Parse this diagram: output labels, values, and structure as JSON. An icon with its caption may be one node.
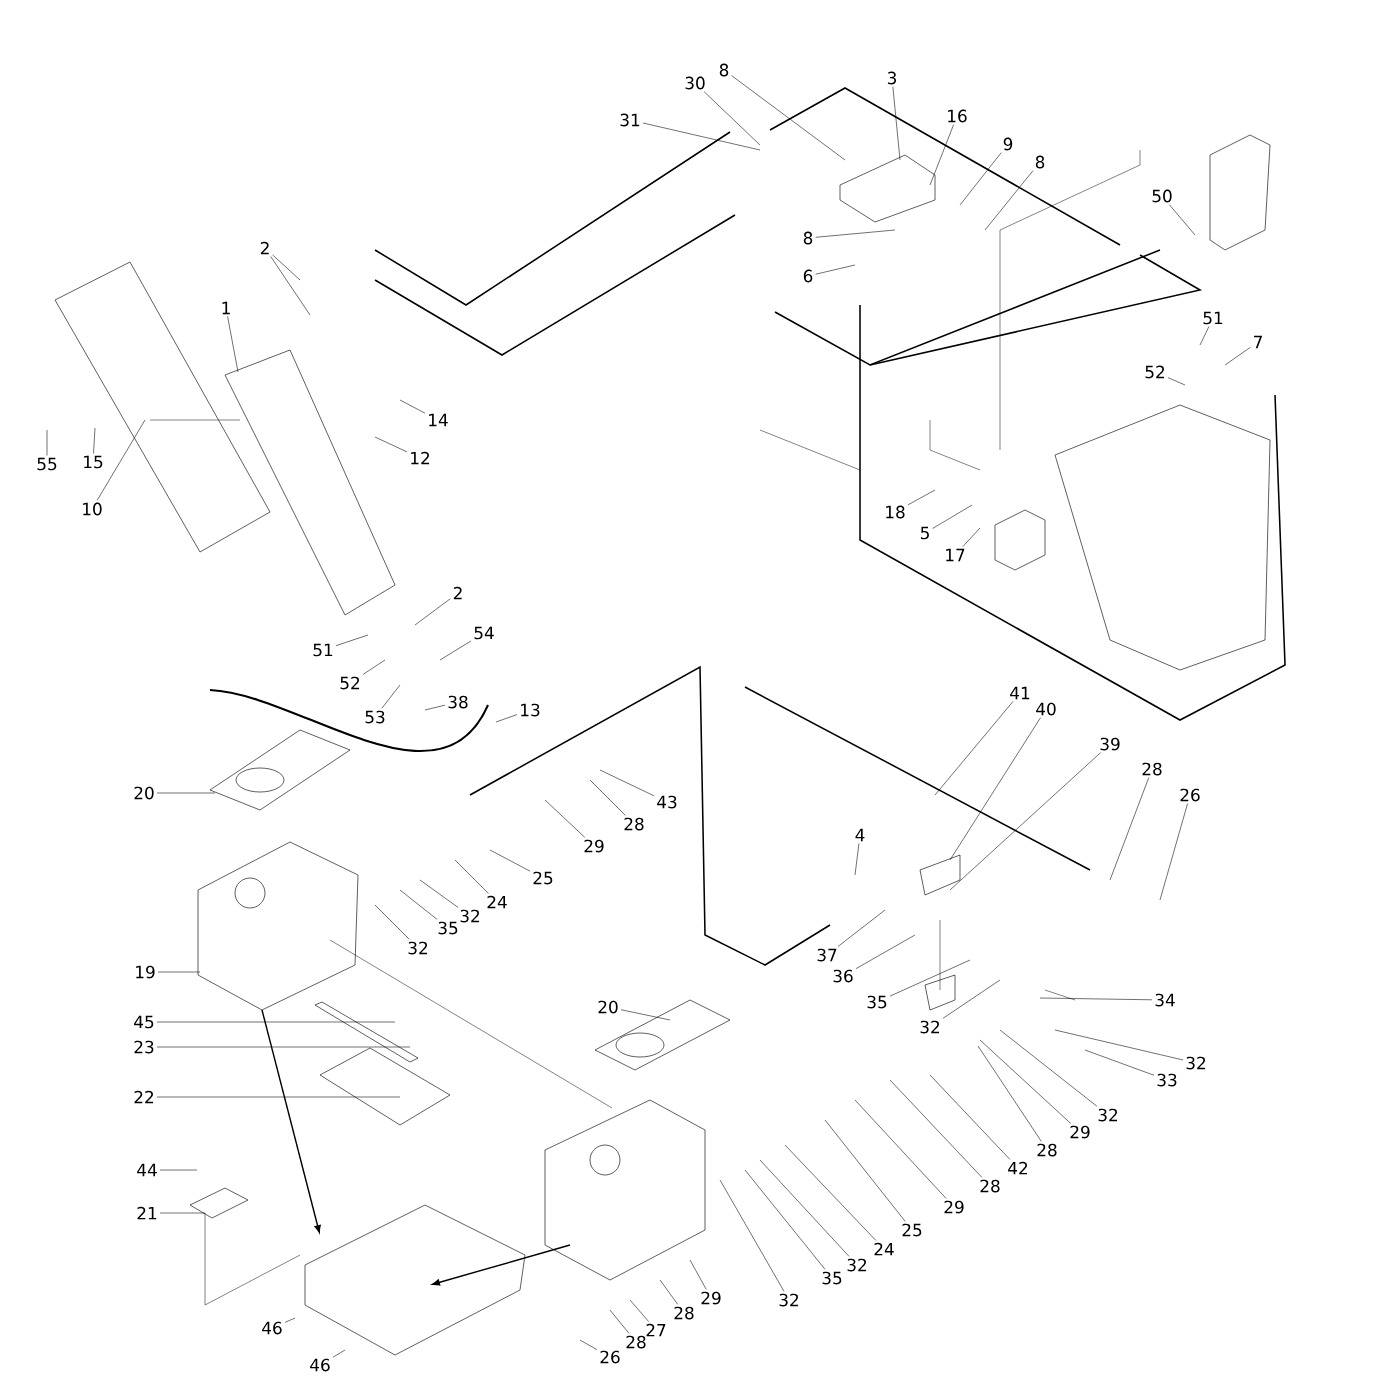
{
  "diagram": {
    "nodes": [
      {
        "text": [
          "30"
        ]
      },
      {
        "text": [
          "8"
        ]
      },
      {
        "text": [
          "3"
        ]
      },
      {
        "text": [
          "31"
        ]
      },
      {
        "text": [
          "16"
        ]
      },
      {
        "text": [
          "9"
        ]
      },
      {
        "text": [
          "8"
        ]
      },
      {
        "text": [
          "8"
        ]
      },
      {
        "text": [
          "6"
        ]
      },
      {
        "text": [
          "50"
        ]
      },
      {
        "text": [
          "2"
        ]
      },
      {
        "text": [
          "1"
        ]
      },
      {
        "text": [
          "51"
        ]
      },
      {
        "text": [
          "7"
        ]
      },
      {
        "text": [
          "52"
        ]
      },
      {
        "text": [
          "14"
        ]
      },
      {
        "text": [
          "55"
        ]
      },
      {
        "text": [
          "15"
        ]
      },
      {
        "text": [
          "12"
        ]
      },
      {
        "text": [
          "10"
        ]
      },
      {
        "text": [
          "18"
        ]
      },
      {
        "text": [
          "5"
        ]
      },
      {
        "text": [
          "17"
        ]
      },
      {
        "text": [
          "2"
        ]
      },
      {
        "text": [
          "54"
        ]
      },
      {
        "text": [
          "51"
        ]
      },
      {
        "text": [
          "52"
        ]
      },
      {
        "text": [
          "53"
        ]
      },
      {
        "text": [
          "38"
        ]
      },
      {
        "text": [
          "13"
        ]
      },
      {
        "text": [
          "41"
        ]
      },
      {
        "text": [
          "40"
        ]
      },
      {
        "text": [
          "39"
        ]
      },
      {
        "text": [
          "28"
        ]
      },
      {
        "text": [
          "26"
        ]
      },
      {
        "text": [
          "43"
        ]
      },
      {
        "text": [
          "28"
        ]
      },
      {
        "text": [
          "20"
        ]
      },
      {
        "text": [
          "29"
        ]
      },
      {
        "text": [
          "25"
        ]
      },
      {
        "text": [
          "24"
        ]
      },
      {
        "text": [
          "4"
        ]
      },
      {
        "text": [
          "32"
        ]
      },
      {
        "text": [
          "35"
        ]
      },
      {
        "text": [
          "32"
        ]
      },
      {
        "text": [
          "37"
        ]
      },
      {
        "text": [
          "36"
        ]
      },
      {
        "text": [
          "35"
        ]
      },
      {
        "text": [
          "19"
        ]
      },
      {
        "text": [
          "34"
        ]
      },
      {
        "text": [
          "32"
        ]
      },
      {
        "text": [
          "20"
        ]
      },
      {
        "text": [
          "45"
        ]
      },
      {
        "text": [
          "23"
        ]
      },
      {
        "text": [
          "32"
        ]
      },
      {
        "text": [
          "33"
        ]
      },
      {
        "text": [
          "22"
        ]
      },
      {
        "text": [
          "32"
        ]
      },
      {
        "text": [
          "29"
        ]
      },
      {
        "text": [
          "28"
        ]
      },
      {
        "text": [
          "42"
        ]
      },
      {
        "text": [
          "28"
        ]
      },
      {
        "text": [
          "29"
        ]
      },
      {
        "text": [
          "44"
        ]
      },
      {
        "text": [
          "25"
        ]
      },
      {
        "text": [
          "21"
        ]
      },
      {
        "text": [
          "24"
        ]
      },
      {
        "text": [
          "32"
        ]
      },
      {
        "text": [
          "35"
        ]
      },
      {
        "text": [
          "32"
        ]
      },
      {
        "text": [
          "29"
        ]
      },
      {
        "text": [
          "28"
        ]
      },
      {
        "text": [
          "27"
        ]
      },
      {
        "text": [
          "28"
        ]
      },
      {
        "text": [
          "26"
        ]
      },
      {
        "text": [
          "46"
        ]
      },
      {
        "text": [
          "46"
        ]
      }
    ],
    "edges": [
      {
        "from": 0,
        "to": null,
        "arrow": "none"
      },
      {
        "from": 1,
        "to": null,
        "arrow": "none"
      },
      {
        "from": 2,
        "to": null,
        "arrow": "none"
      },
      {
        "from": 3,
        "to": null,
        "arrow": "none"
      },
      {
        "from": 4,
        "to": null,
        "arrow": "none"
      },
      {
        "from": 5,
        "to": null,
        "arrow": "none"
      },
      {
        "from": 6,
        "to": null,
        "arrow": "none"
      },
      {
        "from": 7,
        "to": null,
        "arrow": "none"
      },
      {
        "from": 8,
        "to": null,
        "arrow": "none"
      },
      {
        "from": 9,
        "to": null,
        "arrow": "none"
      },
      {
        "from": 10,
        "to": null,
        "arrow": "none"
      },
      {
        "from": 11,
        "to": null,
        "arrow": "none"
      },
      {
        "from": 12,
        "to": null,
        "arrow": "none"
      },
      {
        "from": 13,
        "to": null,
        "arrow": "none"
      },
      {
        "from": 14,
        "to": null,
        "arrow": "none"
      },
      {
        "from": 15,
        "to": null,
        "arrow": "none"
      },
      {
        "from": 16,
        "to": null,
        "arrow": "none"
      },
      {
        "from": 17,
        "to": null,
        "arrow": "none"
      },
      {
        "from": 18,
        "to": null,
        "arrow": "none"
      },
      {
        "from": 19,
        "to": null,
        "arrow": "none"
      },
      {
        "from": 20,
        "to": null,
        "arrow": "none"
      },
      {
        "from": 21,
        "to": null,
        "arrow": "none"
      },
      {
        "from": 22,
        "to": null,
        "arrow": "none"
      },
      {
        "from": 23,
        "to": null,
        "arrow": "none"
      },
      {
        "from": 24,
        "to": null,
        "arrow": "none"
      },
      {
        "from": 25,
        "to": null,
        "arrow": "none"
      },
      {
        "from": 26,
        "to": null,
        "arrow": "none"
      },
      {
        "from": 27,
        "to": null,
        "arrow": "none"
      },
      {
        "from": 28,
        "to": null,
        "arrow": "none"
      },
      {
        "from": 29,
        "to": null,
        "arrow": "none"
      },
      {
        "from": 30,
        "to": null,
        "arrow": "none"
      },
      {
        "from": 31,
        "to": null,
        "arrow": "none"
      },
      {
        "from": 32,
        "to": null,
        "arrow": "none"
      },
      {
        "from": 33,
        "to": null,
        "arrow": "none"
      },
      {
        "from": 34,
        "to": null,
        "arrow": "none"
      },
      {
        "from": 35,
        "to": null,
        "arrow": "none"
      },
      {
        "from": 36,
        "to": null,
        "arrow": "none"
      },
      {
        "from": 37,
        "to": null,
        "arrow": "none"
      },
      {
        "from": 38,
        "to": null,
        "arrow": "none"
      },
      {
        "from": 39,
        "to": null,
        "arrow": "none"
      },
      {
        "from": 40,
        "to": null,
        "arrow": "none"
      },
      {
        "from": 41,
        "to": null,
        "arrow": "none"
      },
      {
        "from": 42,
        "to": null,
        "arrow": "none"
      },
      {
        "from": 43,
        "to": null,
        "arrow": "none"
      },
      {
        "from": 44,
        "to": null,
        "arrow": "none"
      },
      {
        "from": 45,
        "to": null,
        "arrow": "none"
      },
      {
        "from": 46,
        "to": null,
        "arrow": "none"
      },
      {
        "from": 47,
        "to": null,
        "arrow": "none"
      },
      {
        "from": 48,
        "to": null,
        "arrow": "none"
      },
      {
        "from": 49,
        "to": null,
        "arrow": "none"
      },
      {
        "from": 50,
        "to": null,
        "arrow": "none"
      },
      {
        "from": 51,
        "to": null,
        "arrow": "none"
      },
      {
        "from": 52,
        "to": null,
        "arrow": "none"
      },
      {
        "from": 53,
        "to": null,
        "arrow": "none"
      },
      {
        "from": 54,
        "to": null,
        "arrow": "none"
      },
      {
        "from": 55,
        "to": null,
        "arrow": "none"
      },
      {
        "from": 56,
        "to": null,
        "arrow": "none"
      },
      {
        "from": 57,
        "to": null,
        "arrow": "none"
      },
      {
        "from": 58,
        "to": null,
        "arrow": "none"
      },
      {
        "from": 59,
        "to": null,
        "arrow": "none"
      },
      {
        "from": 60,
        "to": null,
        "arrow": "none"
      },
      {
        "from": 61,
        "to": null,
        "arrow": "none"
      },
      {
        "from": 62,
        "to": null,
        "arrow": "none"
      },
      {
        "from": 63,
        "to": null,
        "arrow": "none"
      },
      {
        "from": 64,
        "to": null,
        "arrow": "none"
      },
      {
        "from": 65,
        "to": null,
        "arrow": "none"
      },
      {
        "from": 66,
        "to": null,
        "arrow": "none"
      },
      {
        "from": 67,
        "to": null,
        "arrow": "none"
      },
      {
        "from": 68,
        "to": null,
        "arrow": "none"
      },
      {
        "from": 69,
        "to": null,
        "arrow": "none"
      },
      {
        "from": 70,
        "to": null,
        "arrow": "none"
      },
      {
        "from": 71,
        "to": null,
        "arrow": "none"
      },
      {
        "from": 72,
        "to": null,
        "arrow": "none"
      },
      {
        "from": 73,
        "to": null,
        "arrow": "none"
      },
      {
        "from": 74,
        "to": null,
        "arrow": "none"
      },
      {
        "from": 75,
        "to": null,
        "arrow": "none"
      },
      {
        "from": 76,
        "to": null,
        "arrow": "none"
      },
      {
        "from": 10,
        "to": null,
        "arrow": "none"
      }
    ]
  }
}
